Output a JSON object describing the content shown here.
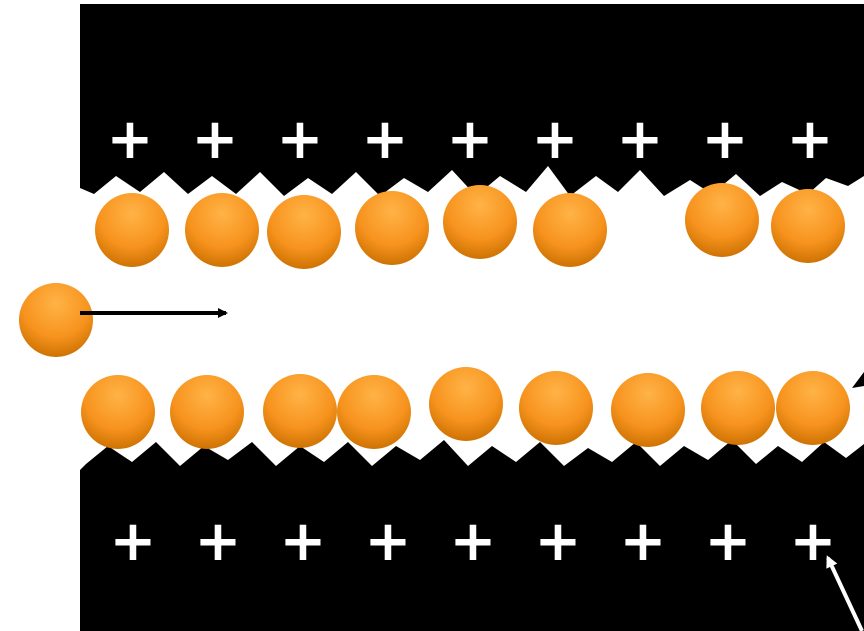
{
  "diagram": {
    "plate_color": "#000000",
    "sign_color": "#ffffff",
    "particle_color_light": "#ffb347",
    "particle_color_dark": "#d97a00",
    "top_plate": {
      "charge_signs": [
        "+",
        "+",
        "+",
        "+",
        "+",
        "+",
        "+",
        "+",
        "+"
      ],
      "adsorbed_particle_count": 8
    },
    "bottom_plate": {
      "charge_signs": [
        "+",
        "+",
        "+",
        "+",
        "+",
        "+",
        "+",
        "+",
        "+"
      ],
      "adsorbed_particle_count": 9
    },
    "incoming_particle": {
      "arrow": "right"
    },
    "pointer_arrow": "up-left"
  }
}
